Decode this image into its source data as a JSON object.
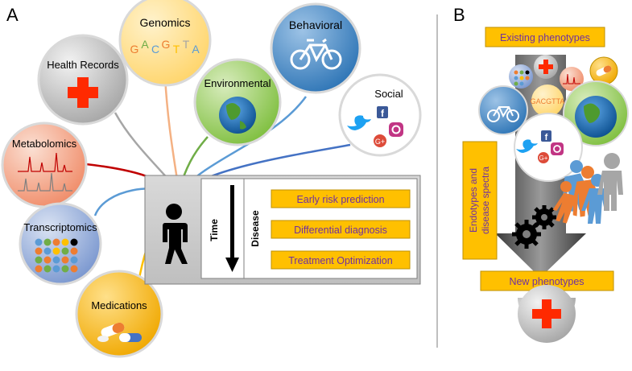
{
  "panel_a": {
    "letter": "A",
    "sources": {
      "genomics": {
        "label": "Genomics",
        "sequence": [
          "G",
          "A",
          "C",
          "G",
          "T",
          "T",
          "A"
        ]
      },
      "health_records": {
        "label": "Health Records"
      },
      "environmental": {
        "label": "Environmental"
      },
      "behavioral": {
        "label": "Behavioral"
      },
      "social": {
        "label": "Social"
      },
      "metabolomics": {
        "label": "Metabolomics"
      },
      "transcriptomics": {
        "label": "Transcriptomics"
      },
      "medications": {
        "label": "Medications"
      }
    },
    "time_label": "Time",
    "disease_label": "Disease",
    "outcomes": [
      "Early risk prediction",
      "Differential diagnosis",
      "Treatment Optimization"
    ]
  },
  "panel_b": {
    "letter": "B",
    "existing_label": "Existing phenotypes",
    "new_label": "New phenotypes",
    "endotypes_label": [
      "Endotypes and",
      "disease spectra"
    ],
    "mini_sequence": "GACGTTA"
  },
  "colors": {
    "genomics": "#FFD97A",
    "health_records": "#BFBFBF",
    "environmental": "#92C84F",
    "behavioral": "#4F8DCB",
    "metabolomics": "#F4A582",
    "transcriptomics": "#8EA9DB",
    "medications": "#FFC000",
    "outcome_box": "#FFC000",
    "outcome_text": "#7030A0",
    "red_cross": "#FF2A00"
  },
  "icons": [
    "red-cross-icon",
    "globe-icon",
    "bicycle-icon",
    "facebook-icon",
    "twitter-icon",
    "google-plus-icon",
    "instagram-icon",
    "pills-icon",
    "gear-icon",
    "person-icon"
  ]
}
